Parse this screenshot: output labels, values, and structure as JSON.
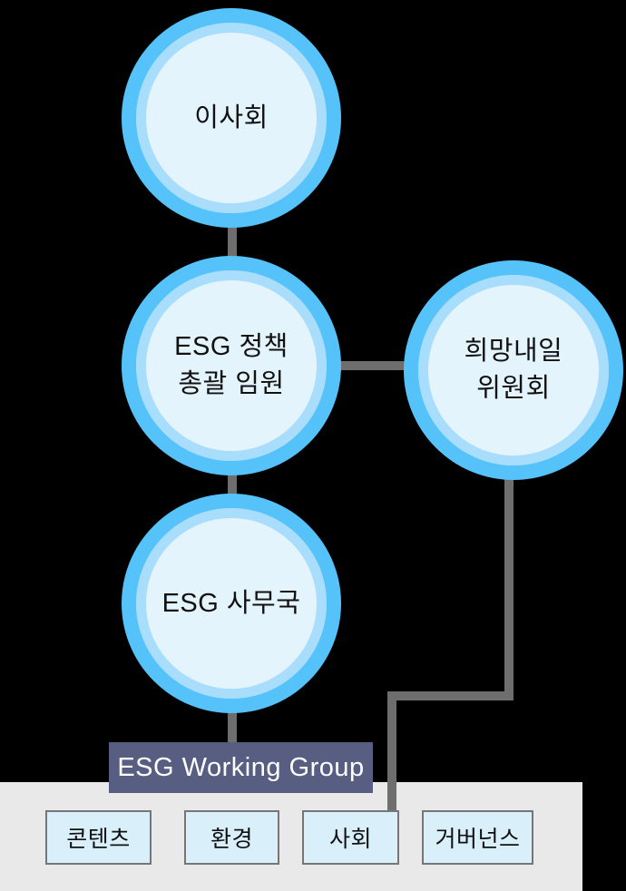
{
  "diagram": {
    "type": "org-chart",
    "nodes": {
      "board": {
        "label": "이사회"
      },
      "policy_executive": {
        "label": "ESG 정책\n총괄 임원"
      },
      "hope_tomorrow_committee": {
        "label": "희망내일\n위원회"
      },
      "esg_office": {
        "label": "ESG 사무국"
      },
      "working_group": {
        "label": "ESG Working Group"
      },
      "sub_groups": [
        {
          "label": "콘텐츠"
        },
        {
          "label": "환경"
        },
        {
          "label": "사회"
        },
        {
          "label": "거버넌스"
        }
      ]
    },
    "edges": [
      {
        "from": "board",
        "to": "policy_executive"
      },
      {
        "from": "policy_executive",
        "to": "hope_tomorrow_committee"
      },
      {
        "from": "policy_executive",
        "to": "esg_office"
      },
      {
        "from": "esg_office",
        "to": "working_group"
      },
      {
        "from": "hope_tomorrow_committee",
        "to": "sub_groups.사회"
      }
    ],
    "colors": {
      "background": "#000000",
      "circle_outer_ring": "#55C3F9",
      "circle_inner_ring": "#A8DDFB",
      "circle_fill": "#E4F4FD",
      "connector": "#6E6E6E",
      "working_group_box": "#575E81",
      "working_group_text": "#FFFFFF",
      "bottom_panel": "#E9E9EA",
      "sub_box_fill": "#D9F0FB",
      "sub_box_border": "#767676",
      "text": "#111111"
    }
  }
}
